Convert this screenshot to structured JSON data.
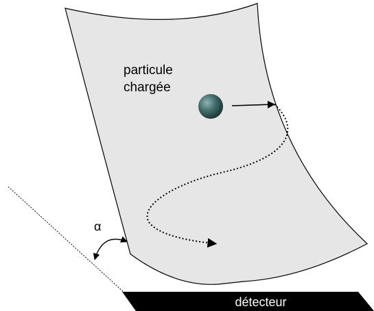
{
  "labels": {
    "particle_line1": "particule",
    "particle_line2": "chargée",
    "angle": "α",
    "detector": "détecteur"
  },
  "colors": {
    "sheet_fill": "#e6e6e6",
    "sheet_stroke": "#000000",
    "detector_fill": "#000000",
    "particle_light": "#8fb3b0",
    "particle_dark": "#1f3b3a"
  }
}
